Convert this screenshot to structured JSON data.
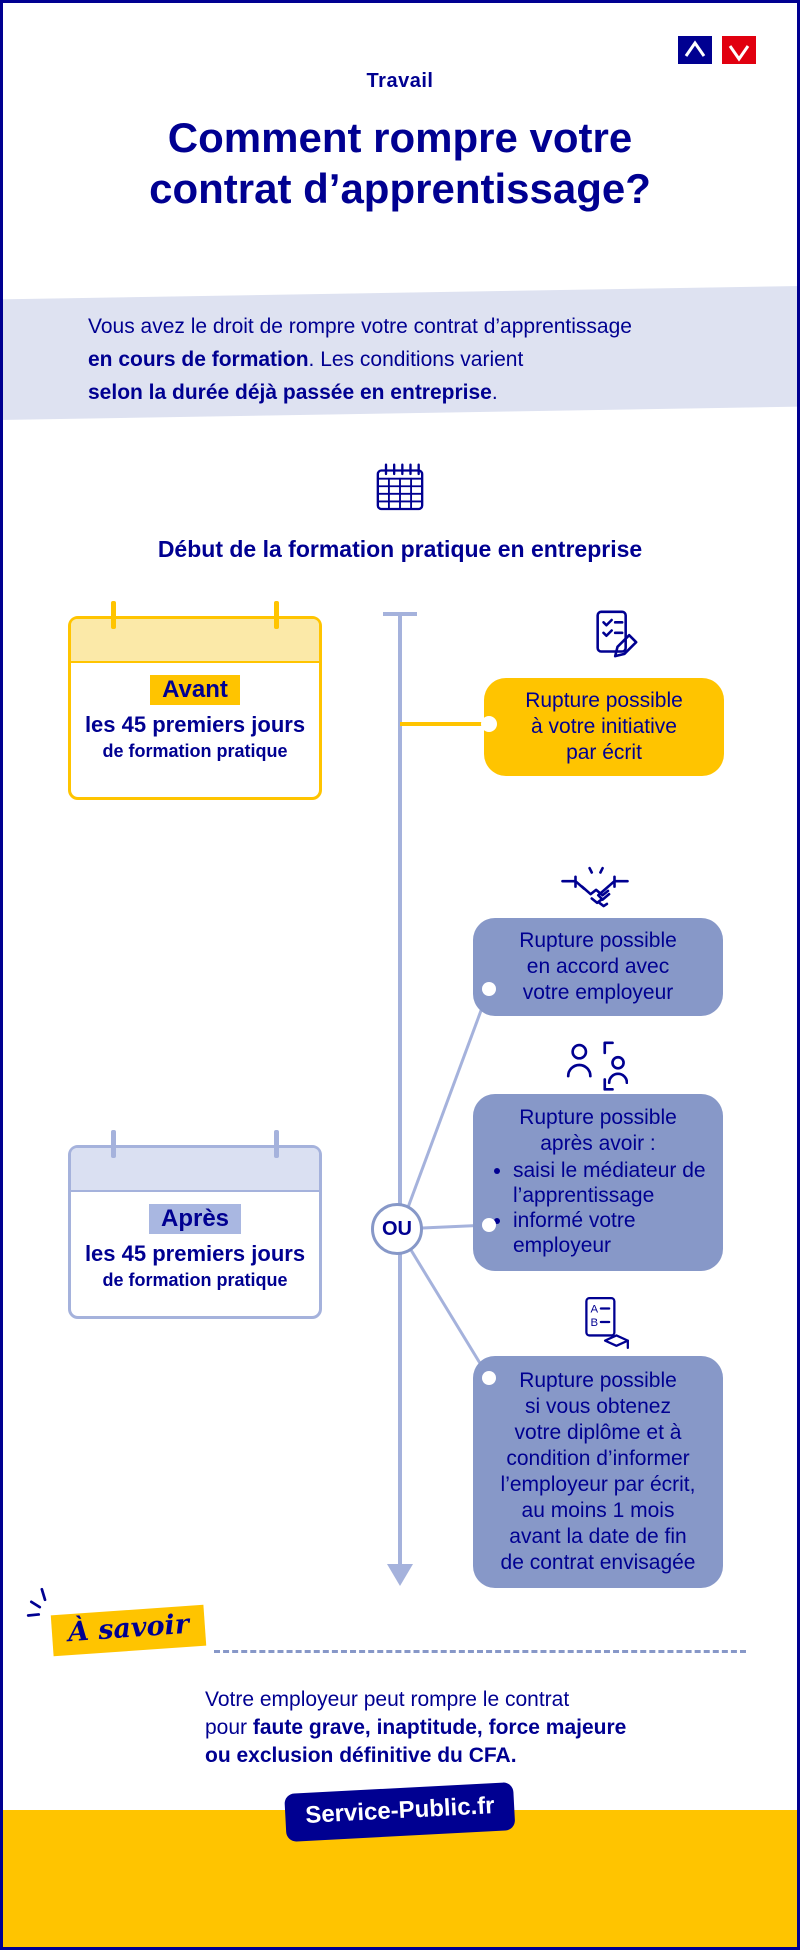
{
  "meta": {
    "accent_blue": "#000091",
    "accent_yellow": "#FFC400",
    "box_blue": "#8798C8",
    "band_lavender": "#DEE2F1",
    "line_periwinkle": "#A5B2DC"
  },
  "header": {
    "eyebrow": "Travail",
    "title_line1": "Comment rompre votre",
    "title_line2": "contrat d’apprentissage?"
  },
  "intro": {
    "line1": "Vous avez le droit de rompre votre contrat d’apprentissage",
    "line2_bold": "en cours de formation",
    "line2_rest": ". Les conditions varient",
    "line3_bold": "selon la durée déjà passée en entreprise",
    "line3_end": "."
  },
  "timeline": {
    "heading": "Début de la formation pratique en entreprise",
    "ou_label": "OU"
  },
  "card_avant": {
    "highlight": "Avant",
    "line1": "les 45 premiers jours",
    "line2": "de formation pratique"
  },
  "card_apres": {
    "highlight": "Après",
    "line1": "les 45 premiers jours",
    "line2": "de formation pratique"
  },
  "branch_initiative": {
    "icon": "document-pen-icon",
    "lines": [
      "Rupture possible",
      "à votre initiative",
      "par écrit"
    ]
  },
  "branch_accord": {
    "icon": "handshake-icon",
    "lines": [
      "Rupture possible",
      "en accord avec",
      "votre employeur"
    ]
  },
  "branch_mediateur": {
    "icon": "mediator-icon",
    "line1": "Rupture possible",
    "line2": "après avoir :",
    "bullets": [
      "saisi le médiateur de l’apprentissage",
      "informé votre employeur"
    ]
  },
  "branch_diplome": {
    "icon": "diploma-icon",
    "lines": [
      "Rupture possible",
      "si vous obtenez",
      "votre diplôme et à",
      "condition d’informer",
      "l’employeur par écrit,",
      "au moins 1 mois",
      "avant la date de fin",
      "de contrat envisagée"
    ]
  },
  "a_savoir": {
    "label": "À savoir",
    "line1": "Votre employeur peut rompre le contrat",
    "line2_pre": "pour ",
    "line2_bold": "faute grave, inaptitude, force majeure",
    "line3_bold": "ou exclusion définitive du CFA",
    "line3_end": "."
  },
  "footer": {
    "brand": "Service-Public.fr"
  }
}
